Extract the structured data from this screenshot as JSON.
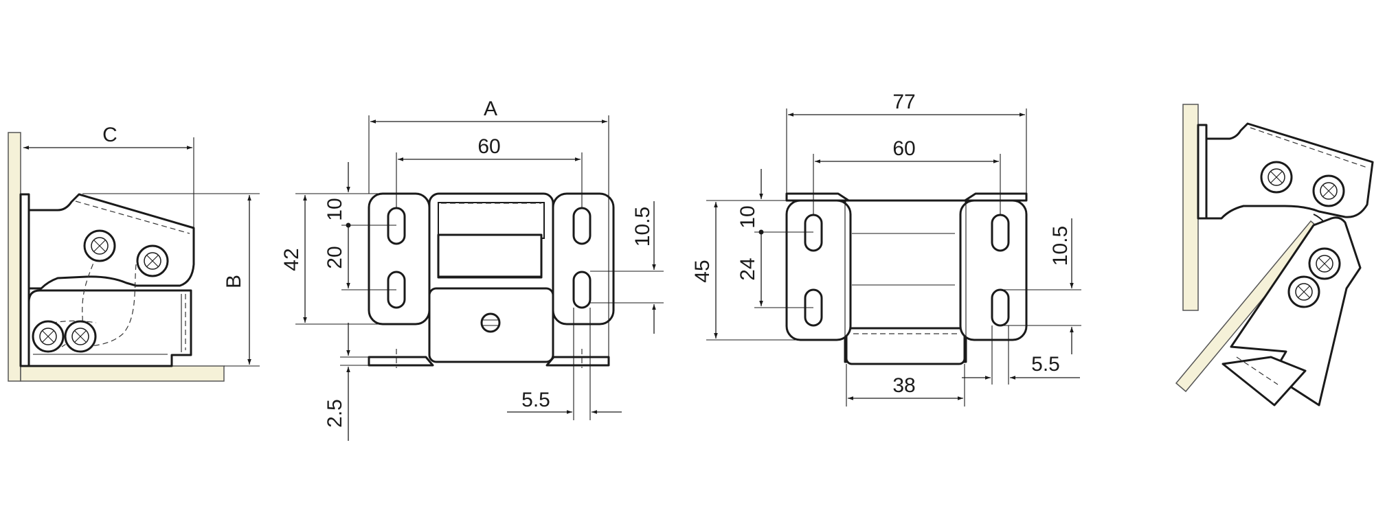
{
  "colors": {
    "wall_fill": "#f5f1d8",
    "line": "#1a1a1a"
  },
  "labels": {
    "side_view": {
      "c": "C",
      "b": "B"
    },
    "front_view": {
      "a": "A",
      "w60": "60",
      "h42": "42",
      "v10": "10",
      "v20": "20",
      "v10_5": "10.5",
      "h5_5": "5.5",
      "t2_5": "2.5"
    },
    "back_view": {
      "w77": "77",
      "w60": "60",
      "h45": "45",
      "v10": "10",
      "v24": "24",
      "v10_5": "10.5",
      "h5_5": "5.5",
      "w38": "38"
    }
  }
}
